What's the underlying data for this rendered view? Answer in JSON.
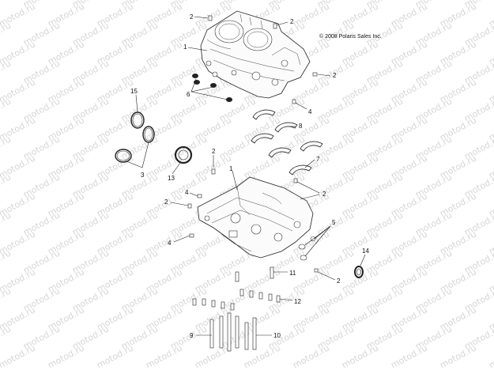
{
  "copyright": "© 2008 Polaris Sales Inc.",
  "watermark": "motod.ru",
  "callouts": {
    "c2_top": "2",
    "c2_top_right": "2",
    "c1_upper": "1",
    "c2_right_upper": "2",
    "c6": "6",
    "c4_upper": "4",
    "c15": "15",
    "c8": "8",
    "c3": "3",
    "c13": "13",
    "c2_mid": "2",
    "c7": "7",
    "c1_lower": "1",
    "c2_right_mid": "2",
    "c4_mid_left": "4",
    "c2_left": "2",
    "c5": "5",
    "c4_lower_left": "4",
    "c14": "14",
    "c11": "11",
    "c2_lower_right": "2",
    "c12": "12",
    "c9": "9",
    "c10": "10"
  }
}
